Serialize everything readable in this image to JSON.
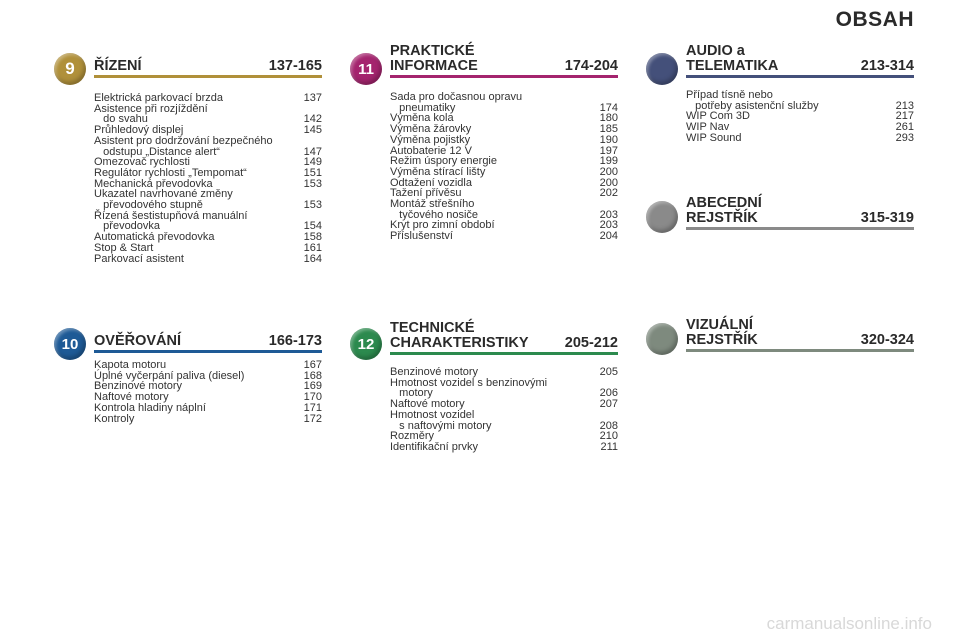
{
  "page_title": "OBSAH",
  "sections": {
    "rizeni": {
      "number": "9",
      "title": "ŘÍZENÍ",
      "range": "137-165",
      "color": "#b0903a",
      "entries": [
        {
          "text": "Elektrická parkovací brzda",
          "page": "137"
        },
        {
          "text": "Asistence při rozjíždění",
          "page": ""
        },
        {
          "text": "   do svahu",
          "page": "142"
        },
        {
          "text": "Průhledový displej",
          "page": "145"
        },
        {
          "text": "Asistent pro dodržování bezpečného",
          "page": ""
        },
        {
          "text": "   odstupu „Distance alert“",
          "page": "147"
        },
        {
          "text": "Omezovač rychlosti",
          "page": "149"
        },
        {
          "text": "Regulátor rychlosti „Tempomat“",
          "page": "151"
        },
        {
          "text": "Mechanická převodovka",
          "page": "153"
        },
        {
          "text": "Ukazatel navrhované změny",
          "page": ""
        },
        {
          "text": "   převodového stupně",
          "page": "153"
        },
        {
          "text": "Řízená šestistupňová manuální",
          "page": ""
        },
        {
          "text": "   převodovka",
          "page": "154"
        },
        {
          "text": "Automatická převodovka",
          "page": "158"
        },
        {
          "text": "Stop & Start",
          "page": "161"
        },
        {
          "text": "Parkovací asistent",
          "page": "164"
        }
      ]
    },
    "overovani": {
      "number": "10",
      "title": "OVĚŘOVÁNÍ",
      "range": "166-173",
      "color": "#1e5a96",
      "entries": [
        {
          "text": "Kapota motoru",
          "page": "167"
        },
        {
          "text": "Úplné vyčerpání paliva (diesel)",
          "page": "168"
        },
        {
          "text": "Benzinové motory",
          "page": "169"
        },
        {
          "text": "Naftové motory",
          "page": "170"
        },
        {
          "text": "Kontrola hladiny náplní",
          "page": "171"
        },
        {
          "text": "Kontroly",
          "page": "172"
        }
      ]
    },
    "prakticke": {
      "number": "11",
      "title": "PRAKTICKÉ\nINFORMACE",
      "range": "174-204",
      "color": "#a4246e",
      "entries": [
        {
          "text": "Sada pro dočasnou opravu",
          "page": ""
        },
        {
          "text": "   pneumatiky",
          "page": "174"
        },
        {
          "text": "Výměna kola",
          "page": "180"
        },
        {
          "text": "Výměna žárovky",
          "page": "185"
        },
        {
          "text": "Výměna pojistky",
          "page": "190"
        },
        {
          "text": "Autobaterie 12 V",
          "page": "197"
        },
        {
          "text": "Režim úspory energie",
          "page": "199"
        },
        {
          "text": "Výměna stírací lišty",
          "page": "200"
        },
        {
          "text": "Odtažení vozidla",
          "page": "200"
        },
        {
          "text": "Tažení přívěsu",
          "page": "202"
        },
        {
          "text": "Montáž střešního",
          "page": ""
        },
        {
          "text": "   tyčového nosiče",
          "page": "203"
        },
        {
          "text": "Kryt pro zimní období",
          "page": "203"
        },
        {
          "text": "Příslušenství",
          "page": "204"
        }
      ]
    },
    "technicke": {
      "number": "12",
      "title": "TECHNICKÉ\nCHARAKTERISTIKY",
      "range": "205-212",
      "color": "#2c8a4e",
      "entries": [
        {
          "text": "Benzinové motory",
          "page": "205"
        },
        {
          "text": "Hmotnost vozidel s benzinovými",
          "page": ""
        },
        {
          "text": "   motory",
          "page": "206"
        },
        {
          "text": "Naftové motory",
          "page": "207"
        },
        {
          "text": "Hmotnost vozidel",
          "page": ""
        },
        {
          "text": "   s naftovými motory",
          "page": "208"
        },
        {
          "text": "Rozměry",
          "page": "210"
        },
        {
          "text": "Identifikační prvky",
          "page": "211"
        }
      ]
    },
    "audio": {
      "number": "",
      "title": "AUDIO a\nTELEMATIKA",
      "range": "213-314",
      "color": "#44507a",
      "entries": [
        {
          "text": "Případ tísně nebo",
          "page": ""
        },
        {
          "text": "   potřeby asistenční služby",
          "page": "213"
        },
        {
          "text": "WIP Com 3D",
          "page": "217"
        },
        {
          "text": "WIP Nav",
          "page": "261"
        },
        {
          "text": "WIP Sound",
          "page": "293"
        }
      ]
    },
    "abecedni": {
      "number": "",
      "title": "ABECEDNÍ\nREJSTŘÍK",
      "range": "315-319",
      "color": "#8a8a8a",
      "entries": []
    },
    "vizualni": {
      "number": "",
      "title": "VIZUÁLNÍ\nREJSTŘÍK",
      "range": "320-324",
      "color": "#7e8a7e",
      "entries": []
    }
  },
  "watermark": "carmanualsonline.info"
}
